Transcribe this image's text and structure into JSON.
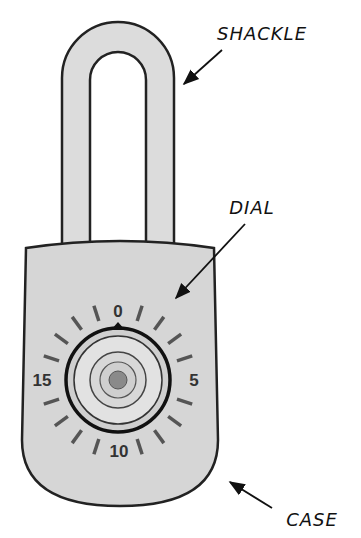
{
  "diagram": {
    "labels": [
      "SHACKLE",
      "DIAL",
      "CASE",
      "0",
      "5",
      "10",
      "15"
    ]
  }
}
